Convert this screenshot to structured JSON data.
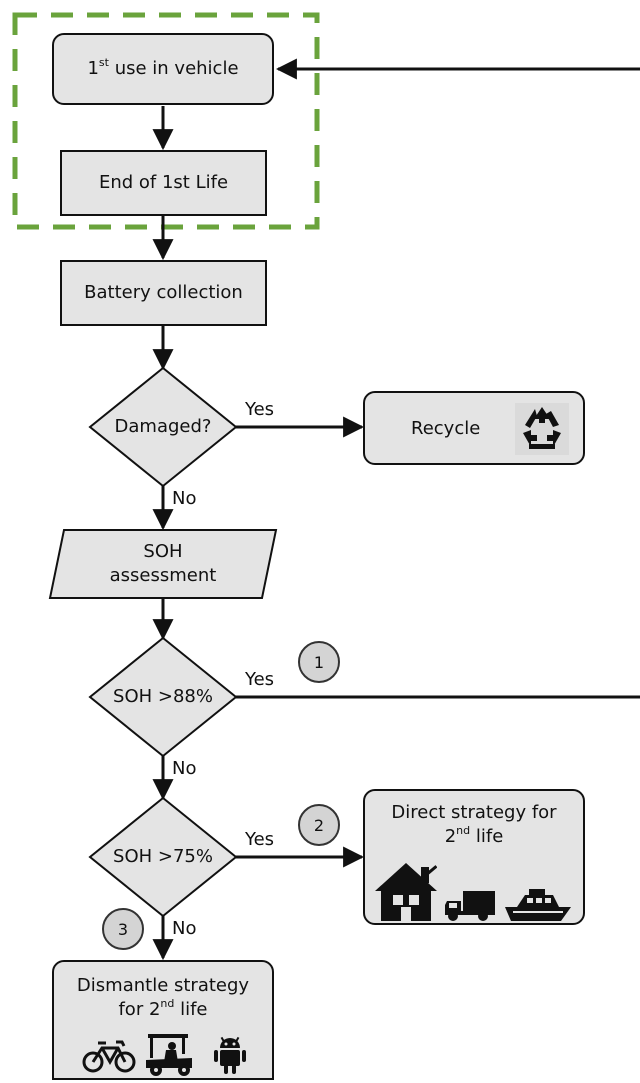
{
  "nodes": {
    "first_use": {
      "text": "use in vehicle",
      "ordinal": "1",
      "ordinal_suffix": "st"
    },
    "end_first_life": {
      "text": "End of 1st Life"
    },
    "battery_collection": {
      "text": "Battery collection"
    },
    "damaged": {
      "text": "Damaged?"
    },
    "recycle": {
      "text": "Recycle"
    },
    "soh_assessment": {
      "line1": "SOH",
      "line2": "assessment"
    },
    "soh88": {
      "text": "SOH >88%"
    },
    "soh75": {
      "text": "SOH >75%"
    },
    "direct": {
      "line1": "Direct strategy for",
      "line2_num": "2",
      "line2_sup": "nd",
      "line2_rest": " life"
    },
    "dismantle": {
      "line1": "Dismantle strategy",
      "line2_pre": "for 2",
      "line2_sup": "nd",
      "line2_rest": " life"
    }
  },
  "edge_labels": {
    "damaged_yes": "Yes",
    "damaged_no": "No",
    "soh88_yes": "Yes",
    "soh88_no": "No",
    "soh75_yes": "Yes",
    "soh75_no": "No"
  },
  "markers": [
    "1",
    "2",
    "3"
  ],
  "icons": {
    "recycle": "recycle-icon",
    "direct": [
      "house-icon",
      "truck-icon",
      "boat-icon"
    ],
    "dismantle": [
      "bicycle-icon",
      "golf-cart-icon",
      "android-icon"
    ]
  },
  "colors": {
    "box_fill": "#e4e4e4",
    "stroke": "#111111",
    "highlight_dashed": "#6aa33c",
    "marker_fill": "#d4d4d4"
  }
}
